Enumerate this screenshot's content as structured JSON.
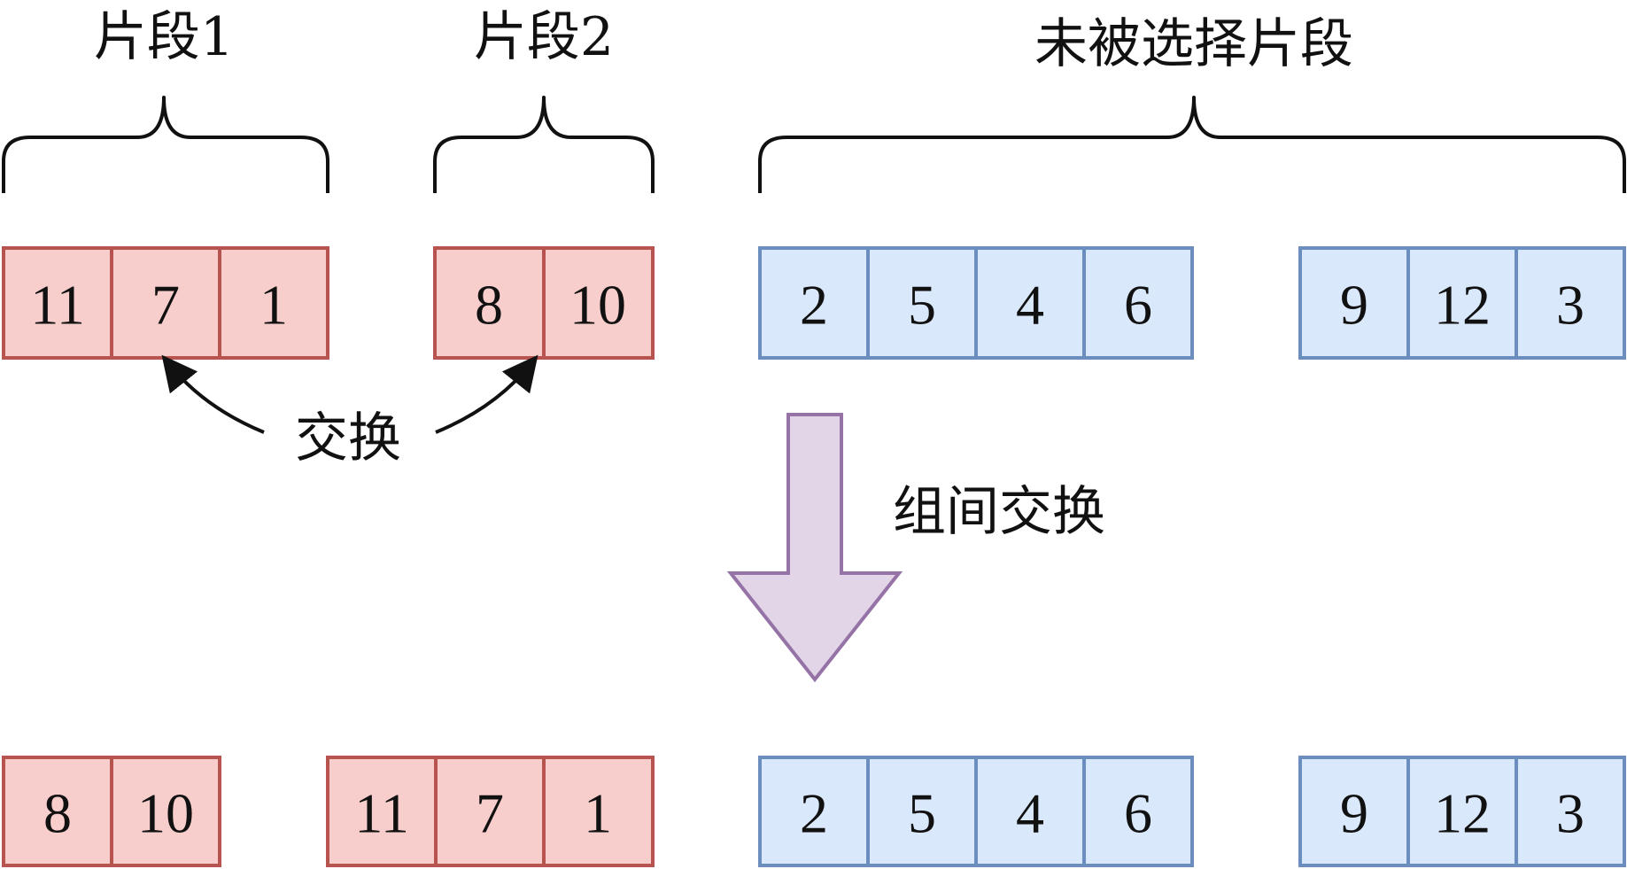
{
  "labels": {
    "segment1": "片段1",
    "segment2": "片段2",
    "unselected": "未被选择片段",
    "swap": "交换",
    "group_swap": "组间交换"
  },
  "colors": {
    "red_fill": "#f8cecc",
    "red_stroke": "#b85450",
    "blue_fill": "#dae8fc",
    "blue_stroke": "#6c8ebf",
    "purple_fill": "#e1d5e7",
    "purple_stroke": "#9673a6",
    "line": "#111111"
  },
  "before": {
    "segment1": [
      "11",
      "7",
      "1"
    ],
    "segment2": [
      "8",
      "10"
    ],
    "unselected_a": [
      "2",
      "5",
      "4",
      "6"
    ],
    "unselected_b": [
      "9",
      "12",
      "3"
    ]
  },
  "after": {
    "segment2": [
      "8",
      "10"
    ],
    "segment1": [
      "11",
      "7",
      "1"
    ],
    "unselected_a": [
      "2",
      "5",
      "4",
      "6"
    ],
    "unselected_b": [
      "9",
      "12",
      "3"
    ]
  }
}
